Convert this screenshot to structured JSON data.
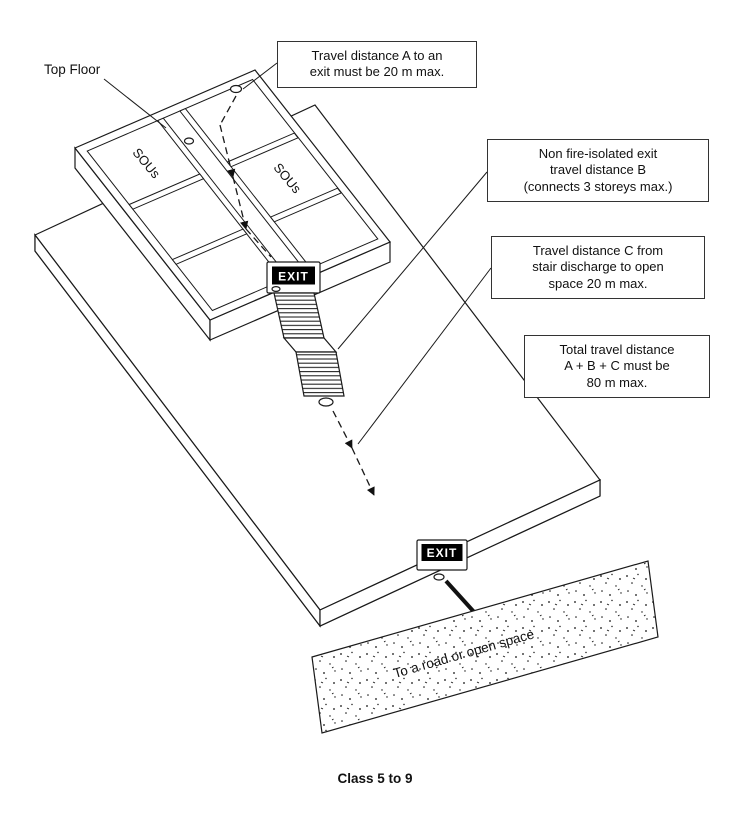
{
  "diagram": {
    "top_floor_label": "Top Floor",
    "caption": "Class 5 to 9",
    "annotations": {
      "box_a": "Travel distance A to an\nexit must be 20 m max.",
      "box_b": "Non fire-isolated exit\ntravel distance B\n(connects 3 storeys max.)",
      "box_c": "Travel distance C from\nstair discharge to open\nspace 20 m max.",
      "box_total": "Total travel distance\nA + B + C must be\n80 m max."
    },
    "room_labels": {
      "left": "SOUs",
      "right": "SOUs"
    },
    "exit_sign_1": "EXIT",
    "exit_sign_2": "EXIT",
    "road_label": "To a road or open space",
    "colors": {
      "line": "#1a1a1a",
      "exit_background": "#000000",
      "exit_text": "#ffffff",
      "paper": "#ffffff"
    }
  }
}
